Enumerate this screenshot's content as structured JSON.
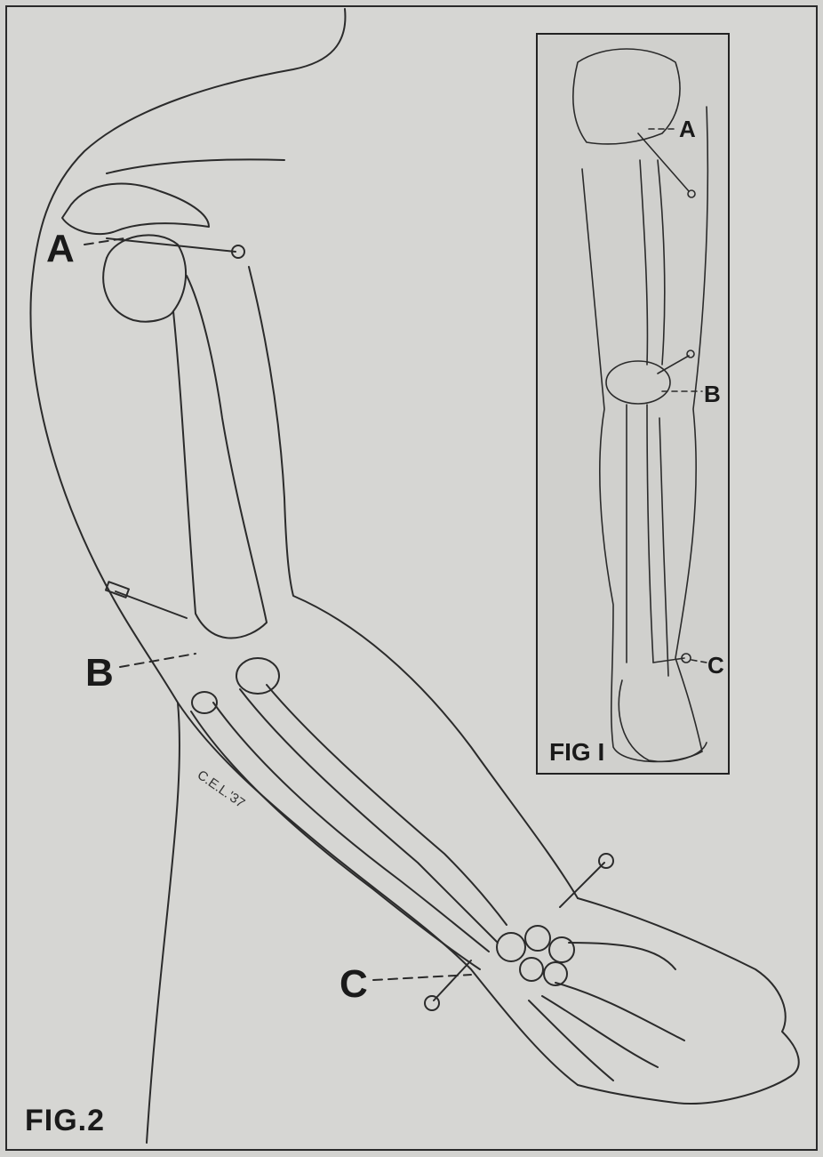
{
  "figure2": {
    "caption": "FIG.2",
    "labels": {
      "a": "A",
      "b": "B",
      "c": "C"
    },
    "signature": "C.E.L.'37"
  },
  "figure1": {
    "caption": "FIG I",
    "labels": {
      "a": "A",
      "b": "B",
      "c": "C"
    }
  },
  "colors": {
    "paper": "#d6d6d3",
    "ink": "#1a1a1a",
    "frame": "#2a2a2a"
  }
}
